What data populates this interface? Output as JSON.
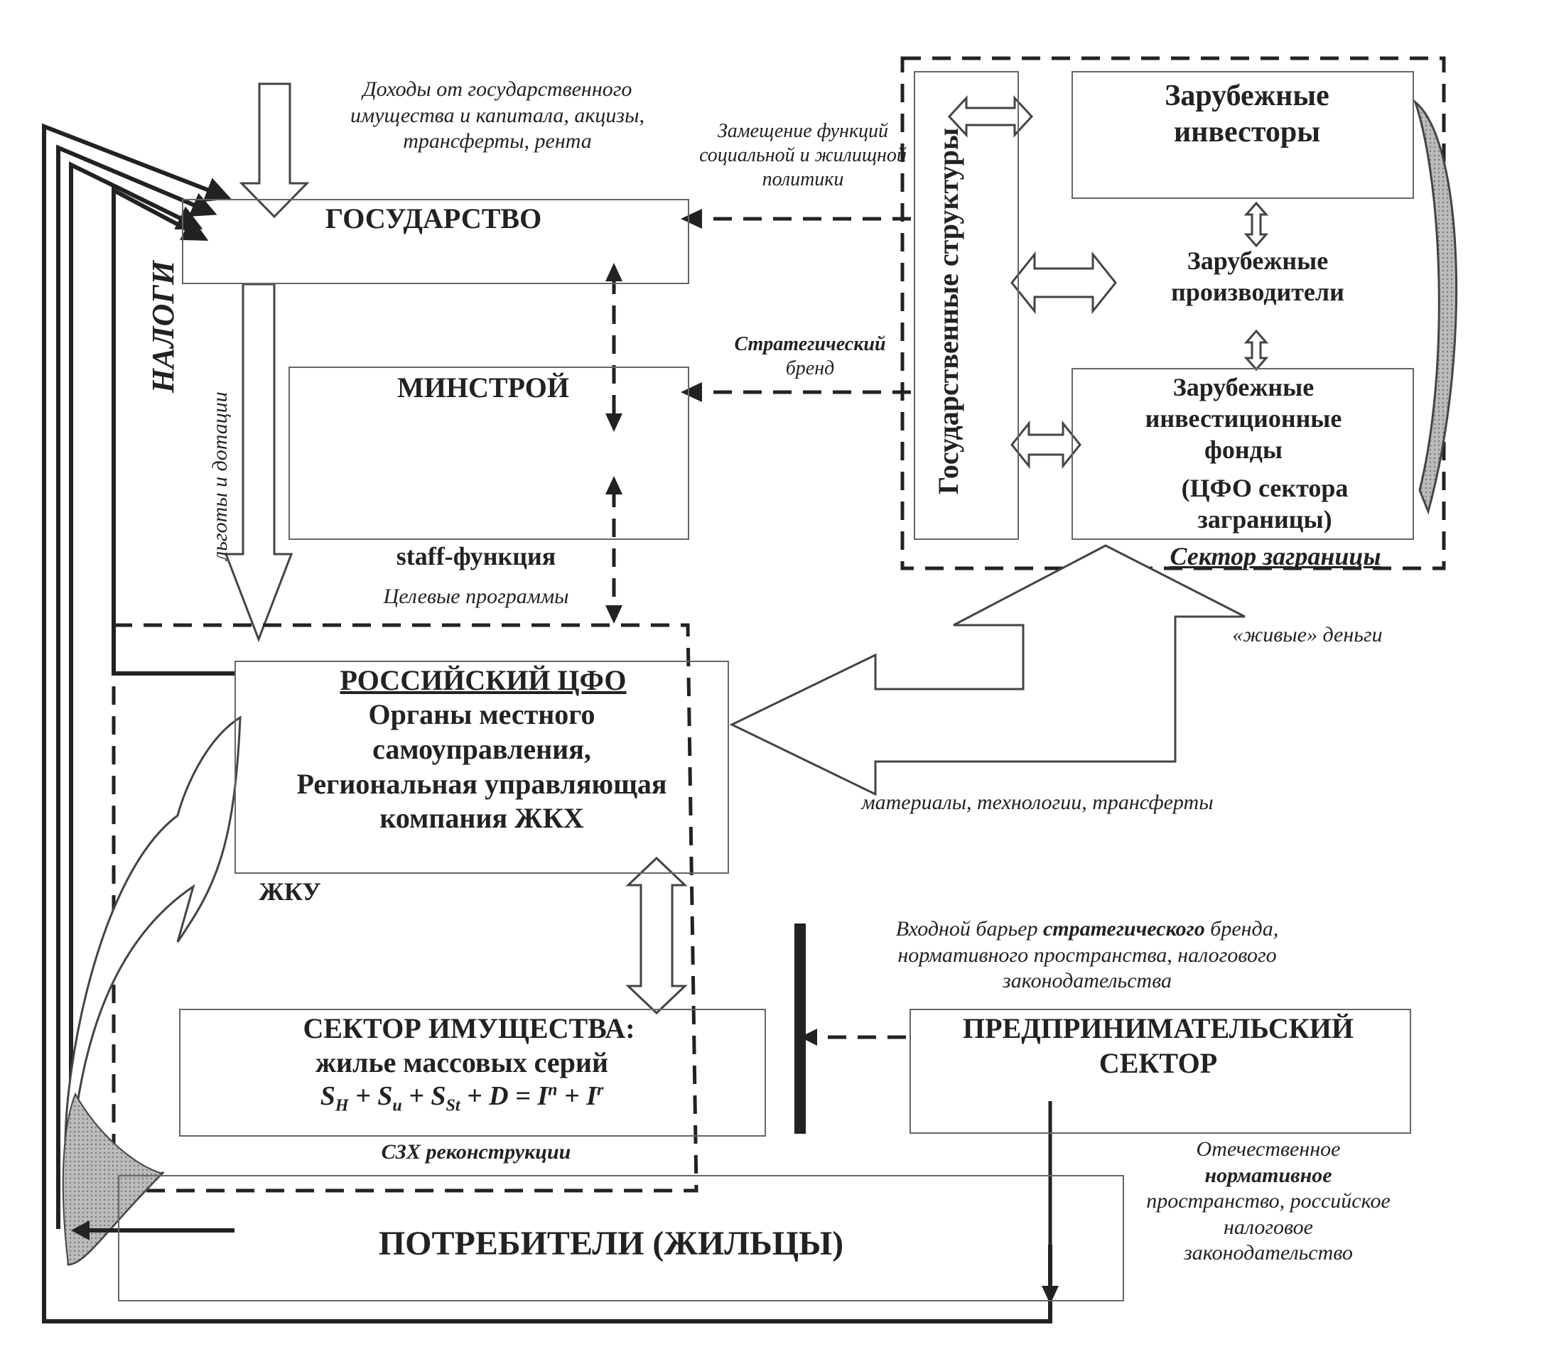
{
  "nodes": {
    "state": "ГОСУДАРСТВО",
    "minstroy": "МИНСТРОЙ",
    "staff_function": "staff-функция",
    "gov_structures": "Государственные структуры",
    "foreign_investors": "Зарубежные инвесторы",
    "foreign_producers": "Зарубежные производители",
    "foreign_funds_line1": "Зарубежные инвестиционные фонды",
    "foreign_funds_line2": "(ЦФО сектора заграницы)",
    "foreign_sector": "Сектор заграницы",
    "russian_cfo_title": "РОССИЙСКИЙ ЦФО",
    "russian_cfo_body": "Органы местного самоуправления, Региональная управляющая компания ЖКХ",
    "zhku": "ЖКУ",
    "property_sector_title": "СЕКТОР ИМУЩЕСТВА:",
    "property_sector_sub": "жилье массовых серий",
    "formula": {
      "s1": "S",
      "s1_sub": "H",
      "plus1": " + ",
      "s2": "S",
      "s2_sub": "u",
      "plus2": " + ",
      "s3": "S",
      "s3_sub": "St",
      "plus3": " + D = ",
      "i1": "I",
      "i1_sup": "n",
      "plus4": " + ",
      "i2": "I",
      "i2_sup": "r"
    },
    "szh_reconstruction": "СЗХ реконструкции",
    "entrepreneurial_sector": "ПРЕДПРИНИМАТЕЛЬСКИЙ СЕКТОР",
    "consumers": "ПОТРЕБИТЕЛИ (ЖИЛЬЦЫ)"
  },
  "flows": {
    "state_income": "Доходы от государственного имущества и капитала, акцизы, трансферты, рента",
    "taxes": "НАЛОГИ",
    "benefits": "льготы и дотации",
    "function_substitution": "Замещение функций социальной и жилищной политики",
    "strategic_brand_bold": "Стратегический",
    "strategic_brand_rest": "бренд",
    "target_programs": "Целевые программы",
    "live_money": "«живые» деньги",
    "materials": "материалы, технологии, трансферты",
    "barrier_p1": "Входной барьер ",
    "barrier_bold": "стратегического",
    "barrier_p2": " бренда, нормативного пространства, налогового законодательства",
    "domestic_p1": "Отечественное ",
    "domestic_bold": "нормативное",
    "domestic_p2": " пространство, российское налоговое законодательство"
  }
}
